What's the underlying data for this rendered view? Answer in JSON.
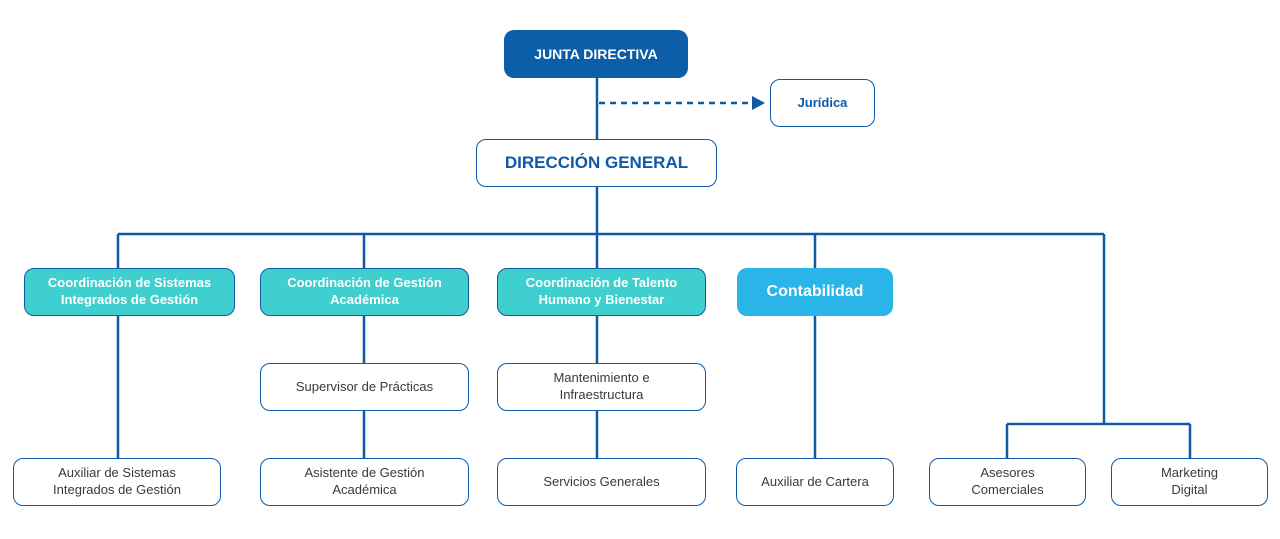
{
  "diagram": {
    "colors": {
      "line": "#0f5aa6",
      "dark_box": "#0c5ea8",
      "teal_box": "#3ecfce",
      "sky_box": "#29b5e8",
      "text_dark": "#3a3a3a"
    },
    "nodes": [
      {
        "id": "junta",
        "label": "JUNTA DIRECTIVA",
        "style": "dark"
      },
      {
        "id": "juridica",
        "label": "Jurídica",
        "style": "outline-blue"
      },
      {
        "id": "direccion",
        "label": "DIRECCIÓN GENERAL",
        "style": "outline-blue-big"
      },
      {
        "id": "coord-sig",
        "label": "Coordinación de Sistemas\nIntegrados de Gestión",
        "style": "teal"
      },
      {
        "id": "coord-ga",
        "label": "Coordinación de Gestión\nAcadémica",
        "style": "teal"
      },
      {
        "id": "coord-th",
        "label": "Coordinación de Talento\nHumano y Bienestar",
        "style": "teal"
      },
      {
        "id": "contabilidad",
        "label": "Contabilidad",
        "style": "sky"
      },
      {
        "id": "supervisor",
        "label": "Supervisor de Prácticas",
        "style": "outline"
      },
      {
        "id": "mantenimiento",
        "label": "Mantenimiento e\nInfraestructura",
        "style": "outline"
      },
      {
        "id": "aux-sig",
        "label": "Auxiliar de Sistemas\nIntegrados de Gestión",
        "style": "outline"
      },
      {
        "id": "asistente",
        "label": "Asistente de Gestión\nAcadémica",
        "style": "outline"
      },
      {
        "id": "servicios",
        "label": "Servicios Generales",
        "style": "outline"
      },
      {
        "id": "aux-cartera",
        "label": "Auxiliar de Cartera",
        "style": "outline"
      },
      {
        "id": "asesores",
        "label": "Asesores\nComerciales",
        "style": "outline"
      },
      {
        "id": "marketing",
        "label": "Marketing\nDigital",
        "style": "outline"
      }
    ],
    "edges": [
      {
        "from": "junta",
        "to": "juridica",
        "type": "dashed-arrow"
      },
      {
        "from": "junta",
        "to": "direccion",
        "type": "solid"
      },
      {
        "from": "direccion",
        "to": "coord-sig",
        "type": "solid"
      },
      {
        "from": "direccion",
        "to": "coord-ga",
        "type": "solid"
      },
      {
        "from": "direccion",
        "to": "coord-th",
        "type": "solid"
      },
      {
        "from": "direccion",
        "to": "contabilidad",
        "type": "solid"
      },
      {
        "from": "direccion",
        "to": "asesores",
        "type": "solid"
      },
      {
        "from": "direccion",
        "to": "marketing",
        "type": "solid"
      },
      {
        "from": "coord-sig",
        "to": "aux-sig",
        "type": "solid"
      },
      {
        "from": "coord-ga",
        "to": "supervisor",
        "type": "solid"
      },
      {
        "from": "supervisor",
        "to": "asistente",
        "type": "solid"
      },
      {
        "from": "coord-th",
        "to": "mantenimiento",
        "type": "solid"
      },
      {
        "from": "mantenimiento",
        "to": "servicios",
        "type": "solid"
      },
      {
        "from": "contabilidad",
        "to": "aux-cartera",
        "type": "solid"
      }
    ]
  }
}
